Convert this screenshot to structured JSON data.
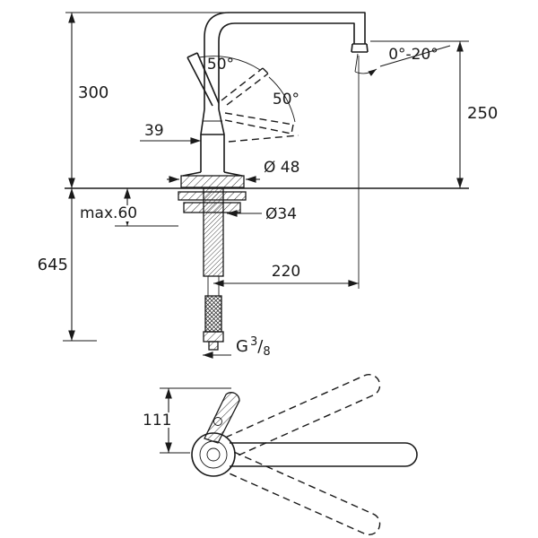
{
  "drawing": {
    "type": "faucet-technical-dimension-drawing",
    "colors": {
      "line": "#1a1a1a",
      "background": "#ffffff"
    },
    "labels": {
      "dim_300": "300",
      "dim_250": "250",
      "dim_645": "645",
      "dim_max60": "max.60",
      "dim_39": "39",
      "angle_50_a": "50°",
      "angle_50_b": "50°",
      "angle_0_20": "0°-20°",
      "dia_48": "Ø 48",
      "dia_34": "Ø34",
      "dim_220": "220",
      "dim_111": "111",
      "thread_prefix": "G",
      "thread_numerator": "3",
      "thread_slash": "/",
      "thread_denominator": "8"
    }
  }
}
